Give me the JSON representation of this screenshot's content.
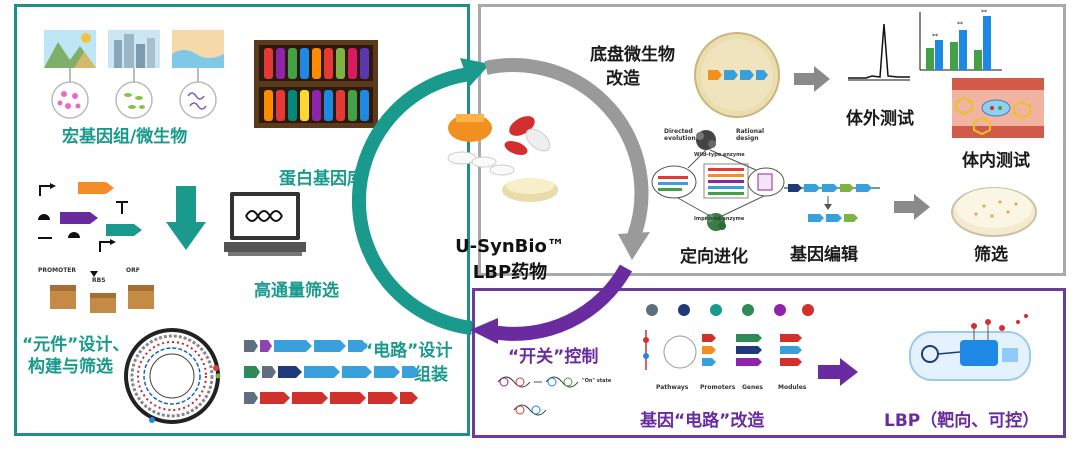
{
  "left": {
    "metagenome_label": "宏基因组/微生物",
    "protein_library_label": "蛋白基因库",
    "high_throughput_label": "高通量筛选",
    "parts_label_line1": "“元件”设计、",
    "parts_label_line2": "构建与筛选",
    "circuit_label_line1": "“电路”设计",
    "circuit_label_line2": "组装",
    "promoter_label": "PROMOTER",
    "rbs_label": "RBS",
    "orf_label": "ORF"
  },
  "center": {
    "title_line1": "U-SynBio™",
    "title_line2": "LBP药物"
  },
  "top_right": {
    "chassis_label_line1": "底盘微生物",
    "chassis_label_line2": "改造",
    "in_vitro_label": "体外测试",
    "in_vivo_label": "体内测试",
    "directed_evolution_label": "定向进化",
    "gene_editing_label": "基因编辑",
    "screening_label": "筛选",
    "diagram_directed": "Directed evolution",
    "diagram_rational": "Rational design",
    "diagram_wildtype": "Wild-type enzyme",
    "diagram_improved": "Improved enzyme"
  },
  "bottom_right": {
    "switch_label": "“开关”控制",
    "gene_circuit_label": "基因“电路”改造",
    "lbp_label": "LBP（靶向、可控）",
    "pathways_label": "Pathways",
    "promoters_label": "Promoters",
    "genes_label": "Genes",
    "modules_label": "Modules",
    "on_state_label": "\"On\" state"
  },
  "colors": {
    "teal": "#1a9a8c",
    "gray": "#9a9a9a",
    "purple": "#6a2ba0",
    "blue_gene": "#3aa0dc",
    "red_gene": "#d0312d"
  }
}
